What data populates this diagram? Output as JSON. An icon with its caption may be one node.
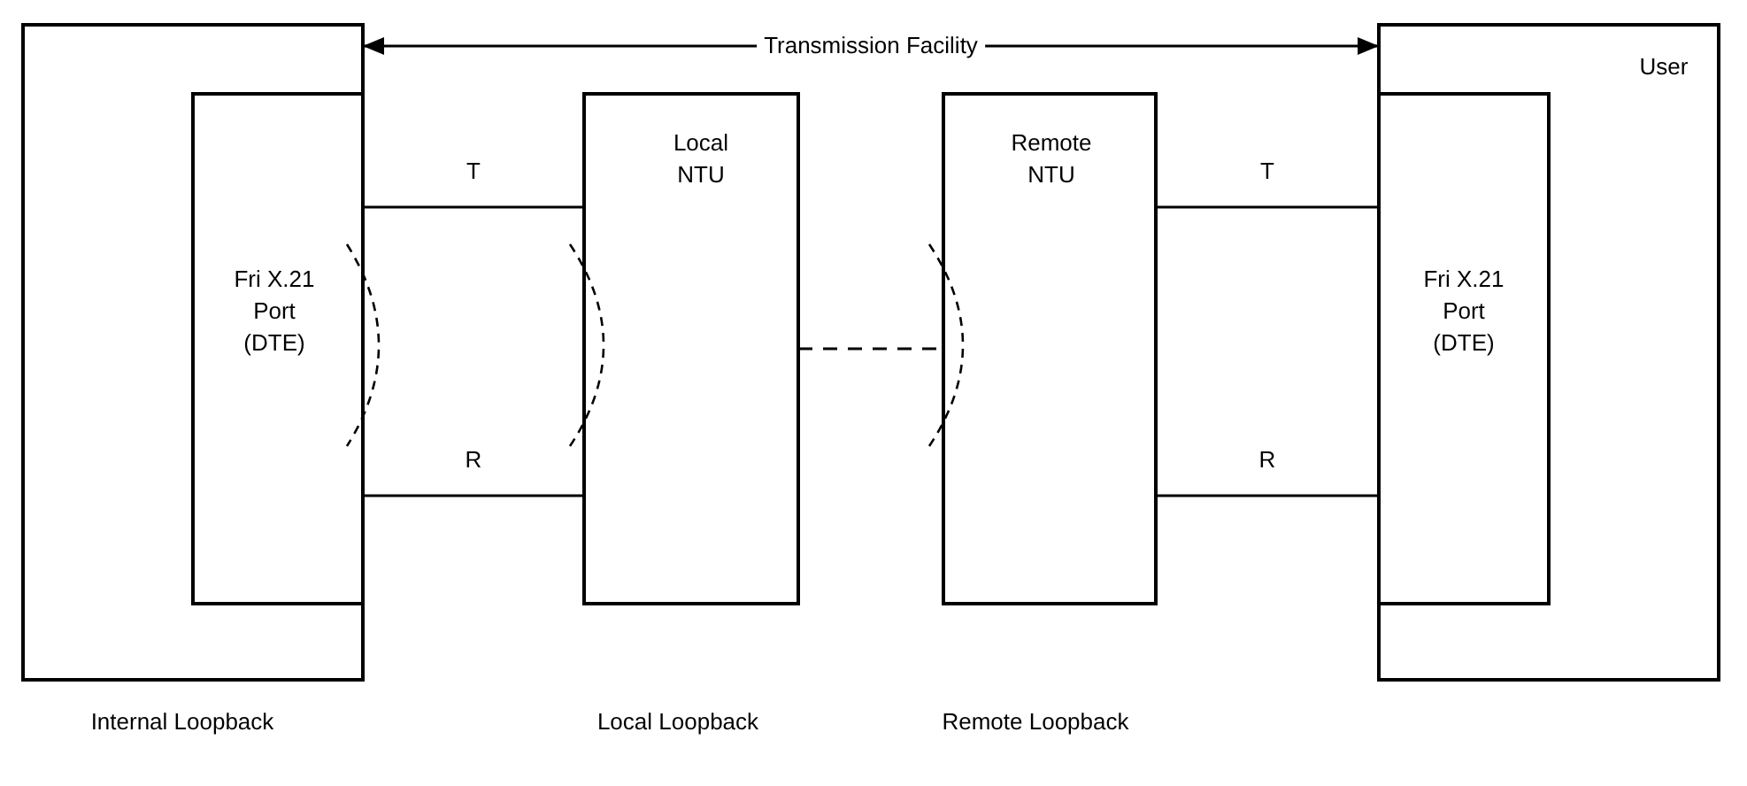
{
  "diagram": {
    "nodes": [
      {
        "text": [],
        "shape": "box"
      },
      {
        "text": [
          "Fri X.21 Port (DTE)"
        ],
        "in": 0
      },
      {
        "text": [
          "Local NTU"
        ]
      },
      {
        "text": [
          "Remote NTU"
        ]
      },
      {
        "text": [
          "User"
        ]
      },
      {
        "text": [
          "Fri X.21 Port (DTE)"
        ],
        "in": 4
      }
    ],
    "edges": [
      {
        "from": 1,
        "to": 2,
        "arrow": "none",
        "label": "T"
      },
      {
        "from": 1,
        "to": 2,
        "arrow": "none",
        "label": "R"
      },
      {
        "from": 2,
        "to": 3,
        "arrow": "none",
        "style": "dashed"
      },
      {
        "from": 3,
        "to": 5,
        "arrow": "none",
        "label": "T"
      },
      {
        "from": 3,
        "to": 5,
        "arrow": "none",
        "label": "R"
      },
      {
        "from": 0,
        "to": 4,
        "arrow": "both",
        "label": "Transmission Facility"
      }
    ],
    "labels": [
      "Internal Loopback",
      "Local Loopback",
      "Remote Loopback"
    ]
  }
}
